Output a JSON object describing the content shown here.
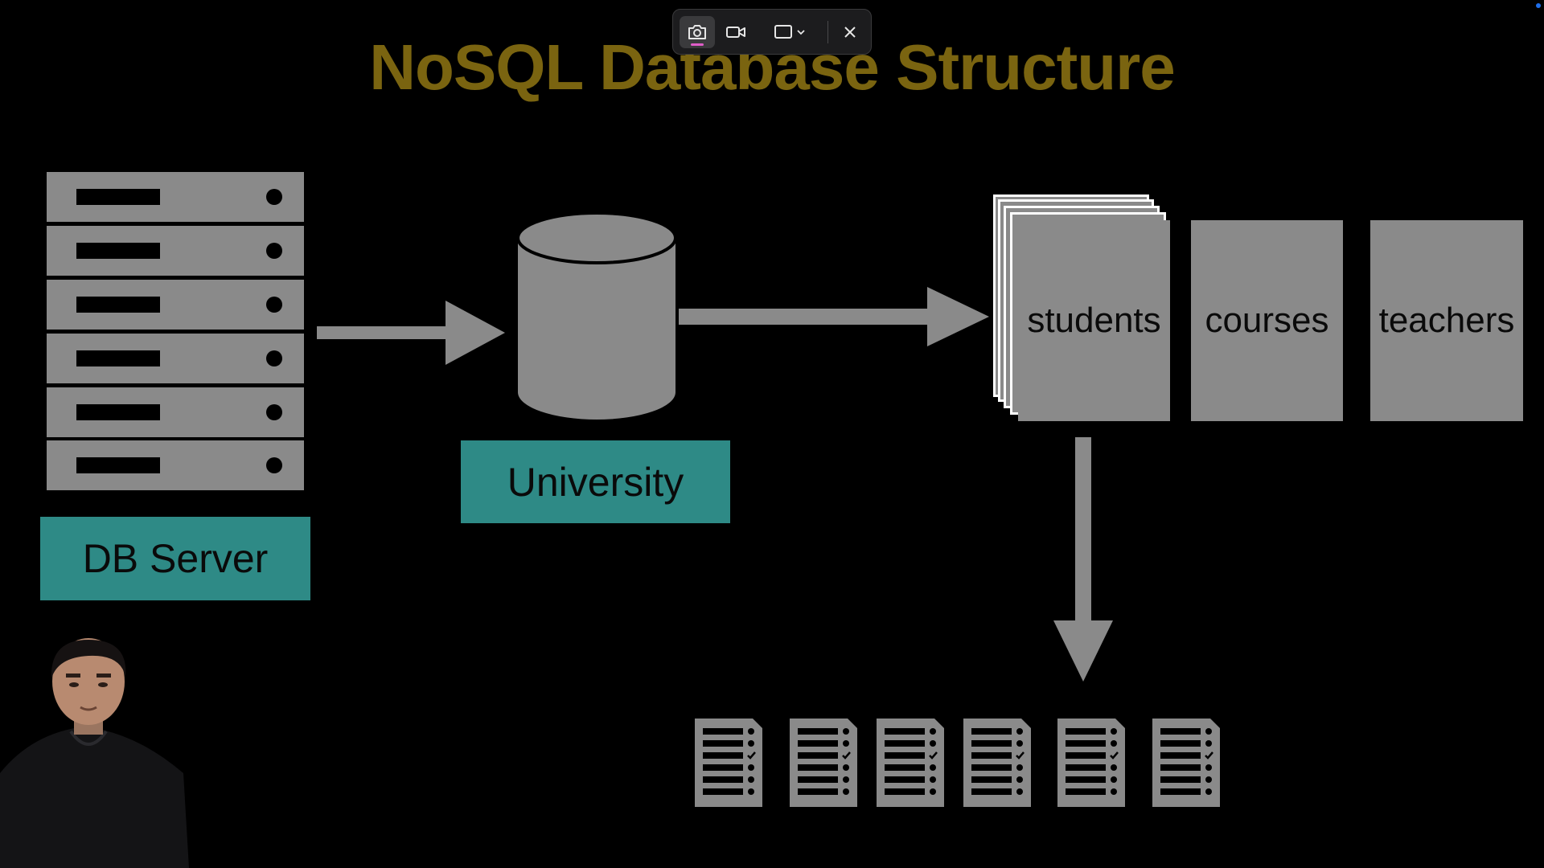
{
  "slide": {
    "title": "NoSQL Database Structure",
    "db_server_label": "DB Server",
    "database_label": "University",
    "collections": [
      "students",
      "courses",
      "teachers"
    ],
    "document_count": 6
  },
  "toolbar": {
    "buttons": [
      "screenshot-mode",
      "video-mode",
      "capture-area",
      "close"
    ],
    "active": "screenshot-mode"
  },
  "colors": {
    "title": "#7a6410",
    "label_box": "#2e8a86",
    "shape_gray": "#8a8a8a",
    "background": "#000000",
    "recording_indicator": "#e05dc8"
  }
}
